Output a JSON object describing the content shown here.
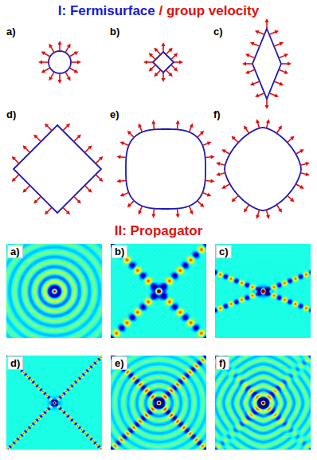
{
  "diagram": {
    "labels": [
      "I: Fermisurface",
      "/ group velocity",
      "a)",
      "b)",
      "c)",
      "d)",
      "e)",
      "f)",
      "II: Propagator",
      "a)",
      "b)",
      "c)",
      "d)",
      "e)",
      "f)"
    ]
  }
}
